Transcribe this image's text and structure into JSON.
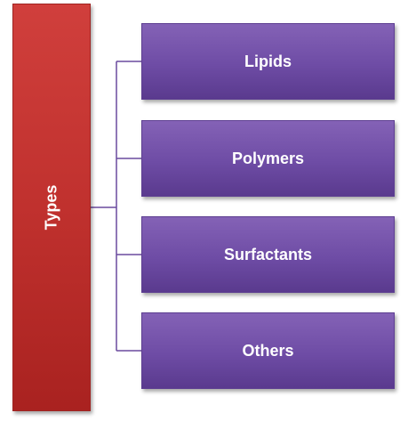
{
  "diagram": {
    "root": {
      "label": "Types",
      "color": "#c0312e"
    },
    "children": [
      {
        "label": "Lipids"
      },
      {
        "label": "Polymers"
      },
      {
        "label": "Surfactants"
      },
      {
        "label": "Others"
      }
    ],
    "child_color": "#7050a8",
    "connector_color": "#6a4a9e"
  }
}
